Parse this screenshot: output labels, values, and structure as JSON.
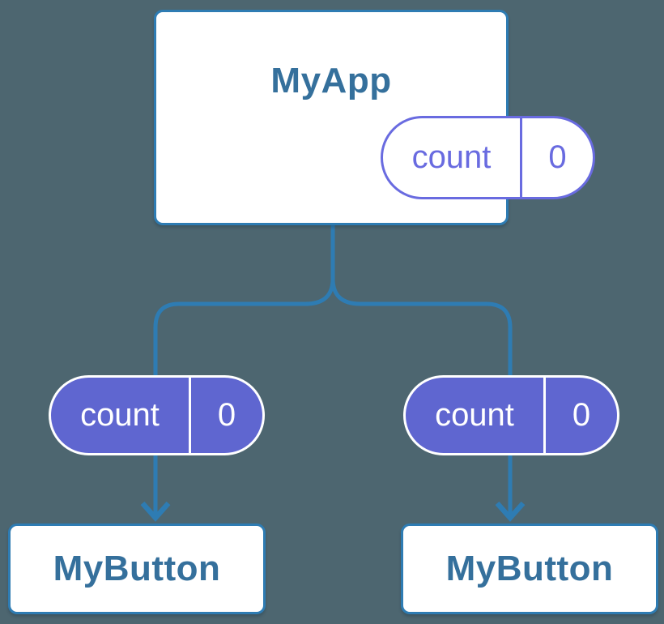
{
  "colors": {
    "bg": "#4d6670",
    "line": "#2e7cb3",
    "node-bg": "#ffffff",
    "node-text": "#35709c",
    "purple": "#5f66d0",
    "purple-outline": "#696be0",
    "pill-text": "#ffffff"
  },
  "tree": {
    "parent": {
      "label": "MyApp",
      "state": {
        "key": "count",
        "value": "0"
      }
    },
    "children": [
      {
        "label": "MyButton",
        "prop": {
          "key": "count",
          "value": "0"
        }
      },
      {
        "label": "MyButton",
        "prop": {
          "key": "count",
          "value": "0"
        }
      }
    ]
  }
}
